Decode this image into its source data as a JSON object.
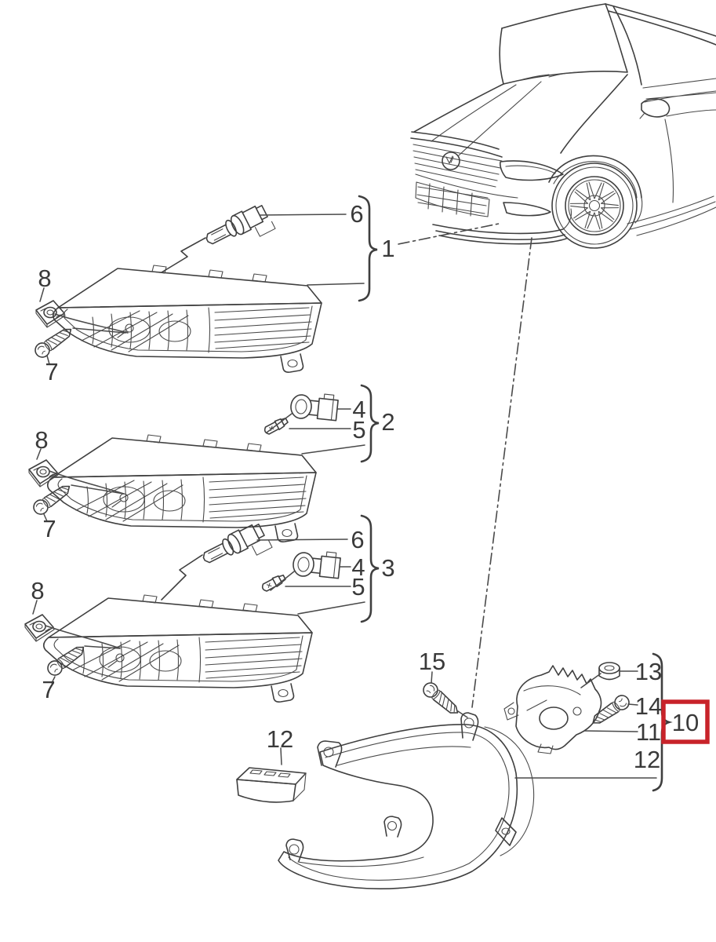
{
  "image_type": "vehicle parts exploded diagram - fog lights / daytime running lights",
  "colors": {
    "background": "#ffffff",
    "line": "#3f3f3f",
    "label": "#3a3a3a",
    "highlight_box": "#c8232a"
  },
  "highlight": {
    "label": "10"
  },
  "callouts": {
    "asm1": {
      "group": "1",
      "bulb": "6",
      "nut": "8",
      "screw": "7"
    },
    "asm2": {
      "group": "2",
      "holder": "4",
      "bulb_small": "5",
      "nut": "8",
      "screw": "7"
    },
    "asm3": {
      "group": "3",
      "bulb": "6",
      "holder": "4",
      "bulb_small": "5",
      "nut": "8",
      "screw": "7"
    },
    "asm4": {
      "group": "10",
      "screw_top": "15",
      "cap_nut": "13",
      "screw_side": "14",
      "actuator": "11",
      "lamp": "12",
      "cover": "12"
    }
  }
}
